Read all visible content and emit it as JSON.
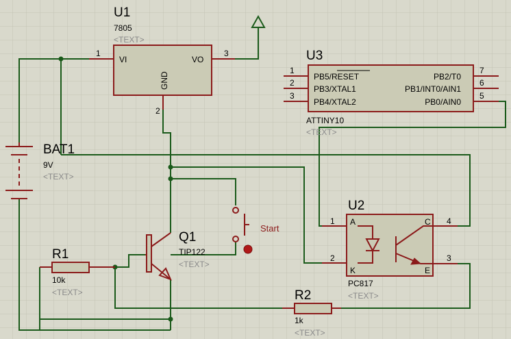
{
  "colors": {
    "background": "#d9d9cc",
    "grid": "#c8c8ba",
    "wire": "#1a5a1a",
    "component": "#8b1a1a",
    "body": "#cbcbb5"
  },
  "u1": {
    "ref": "U1",
    "value": "7805",
    "text": "<TEXT>",
    "pin_vi": "VI",
    "pin_vo": "VO",
    "pin_gnd": "GND",
    "pin1": "1",
    "pin2": "2",
    "pin3": "3"
  },
  "u3": {
    "ref": "U3",
    "value": "ATTINY10",
    "text": "<TEXT>",
    "left_pins": [
      {
        "num": "1",
        "name": "PB5/RESET"
      },
      {
        "num": "2",
        "name": "PB3/XTAL1"
      },
      {
        "num": "3",
        "name": "PB4/XTAL2"
      }
    ],
    "right_pins": [
      {
        "num": "7",
        "name": "PB2/T0"
      },
      {
        "num": "6",
        "name": "PB1/INT0/AIN1"
      },
      {
        "num": "5",
        "name": "PB0/AIN0"
      }
    ]
  },
  "bat1": {
    "ref": "BAT1",
    "value": "9V",
    "text": "<TEXT>"
  },
  "q1": {
    "ref": "Q1",
    "value": "TIP122",
    "text": "<TEXT>"
  },
  "u2": {
    "ref": "U2",
    "value": "PC817",
    "text": "<TEXT>",
    "pin_a": "A",
    "pin_k": "K",
    "pin_c": "C",
    "pin_e": "E",
    "pin1": "1",
    "pin2": "2",
    "pin3": "3",
    "pin4": "4"
  },
  "r1": {
    "ref": "R1",
    "value": "10k",
    "text": "<TEXT>"
  },
  "r2": {
    "ref": "R2",
    "value": "1k",
    "text": "<TEXT>"
  },
  "button": {
    "label": "Start"
  }
}
